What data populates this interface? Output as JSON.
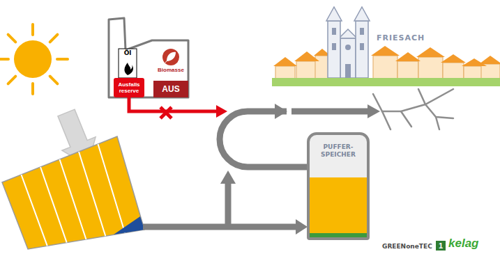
{
  "diagram": {
    "nodes": [
      {
        "text": [
          "Öl",
          "Ausfalls reserve"
        ]
      },
      {
        "text": [
          "Biomasse",
          "AUS"
        ]
      },
      {
        "text": [
          "PUFFER- SPEICHER"
        ]
      },
      {
        "text": [
          "FRIESACH"
        ]
      }
    ],
    "edges": [
      {
        "from": 2,
        "to": 3,
        "arrow": "to"
      }
    ],
    "labels": [
      "GREENoneTEC",
      "1",
      "kelag"
    ]
  }
}
